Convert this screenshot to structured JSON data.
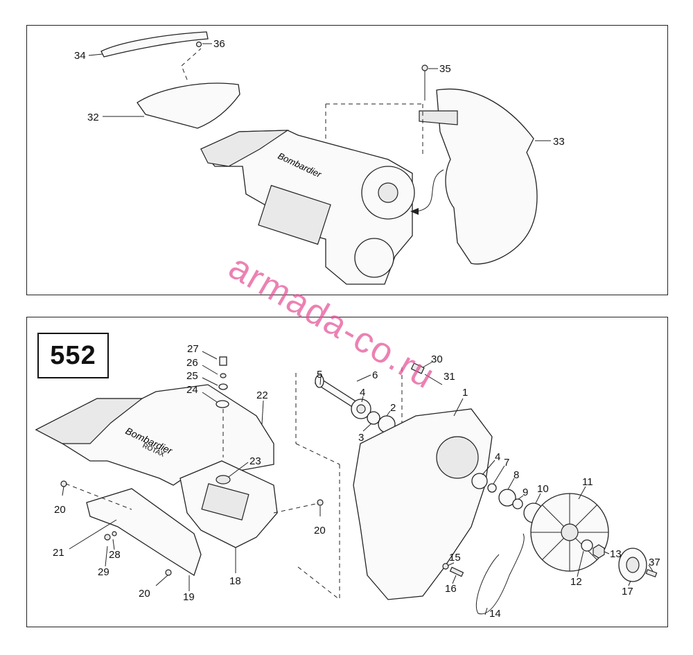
{
  "model_label": "552",
  "watermark": "armada-co.ru",
  "top_callouts": [
    "34",
    "36",
    "32",
    "35",
    "33"
  ],
  "bottom_callouts": [
    "27",
    "26",
    "25",
    "24",
    "22",
    "23",
    "20",
    "20",
    "20",
    "21",
    "28",
    "29",
    "19",
    "18",
    "5",
    "6",
    "4",
    "2",
    "3",
    "30",
    "31",
    "1",
    "4",
    "7",
    "8",
    "9",
    "10",
    "11",
    "15",
    "16",
    "12",
    "13",
    "37",
    "17",
    "14"
  ],
  "engine_logo_text": "Bombardier",
  "engine_logo_sub": "ROTAX"
}
